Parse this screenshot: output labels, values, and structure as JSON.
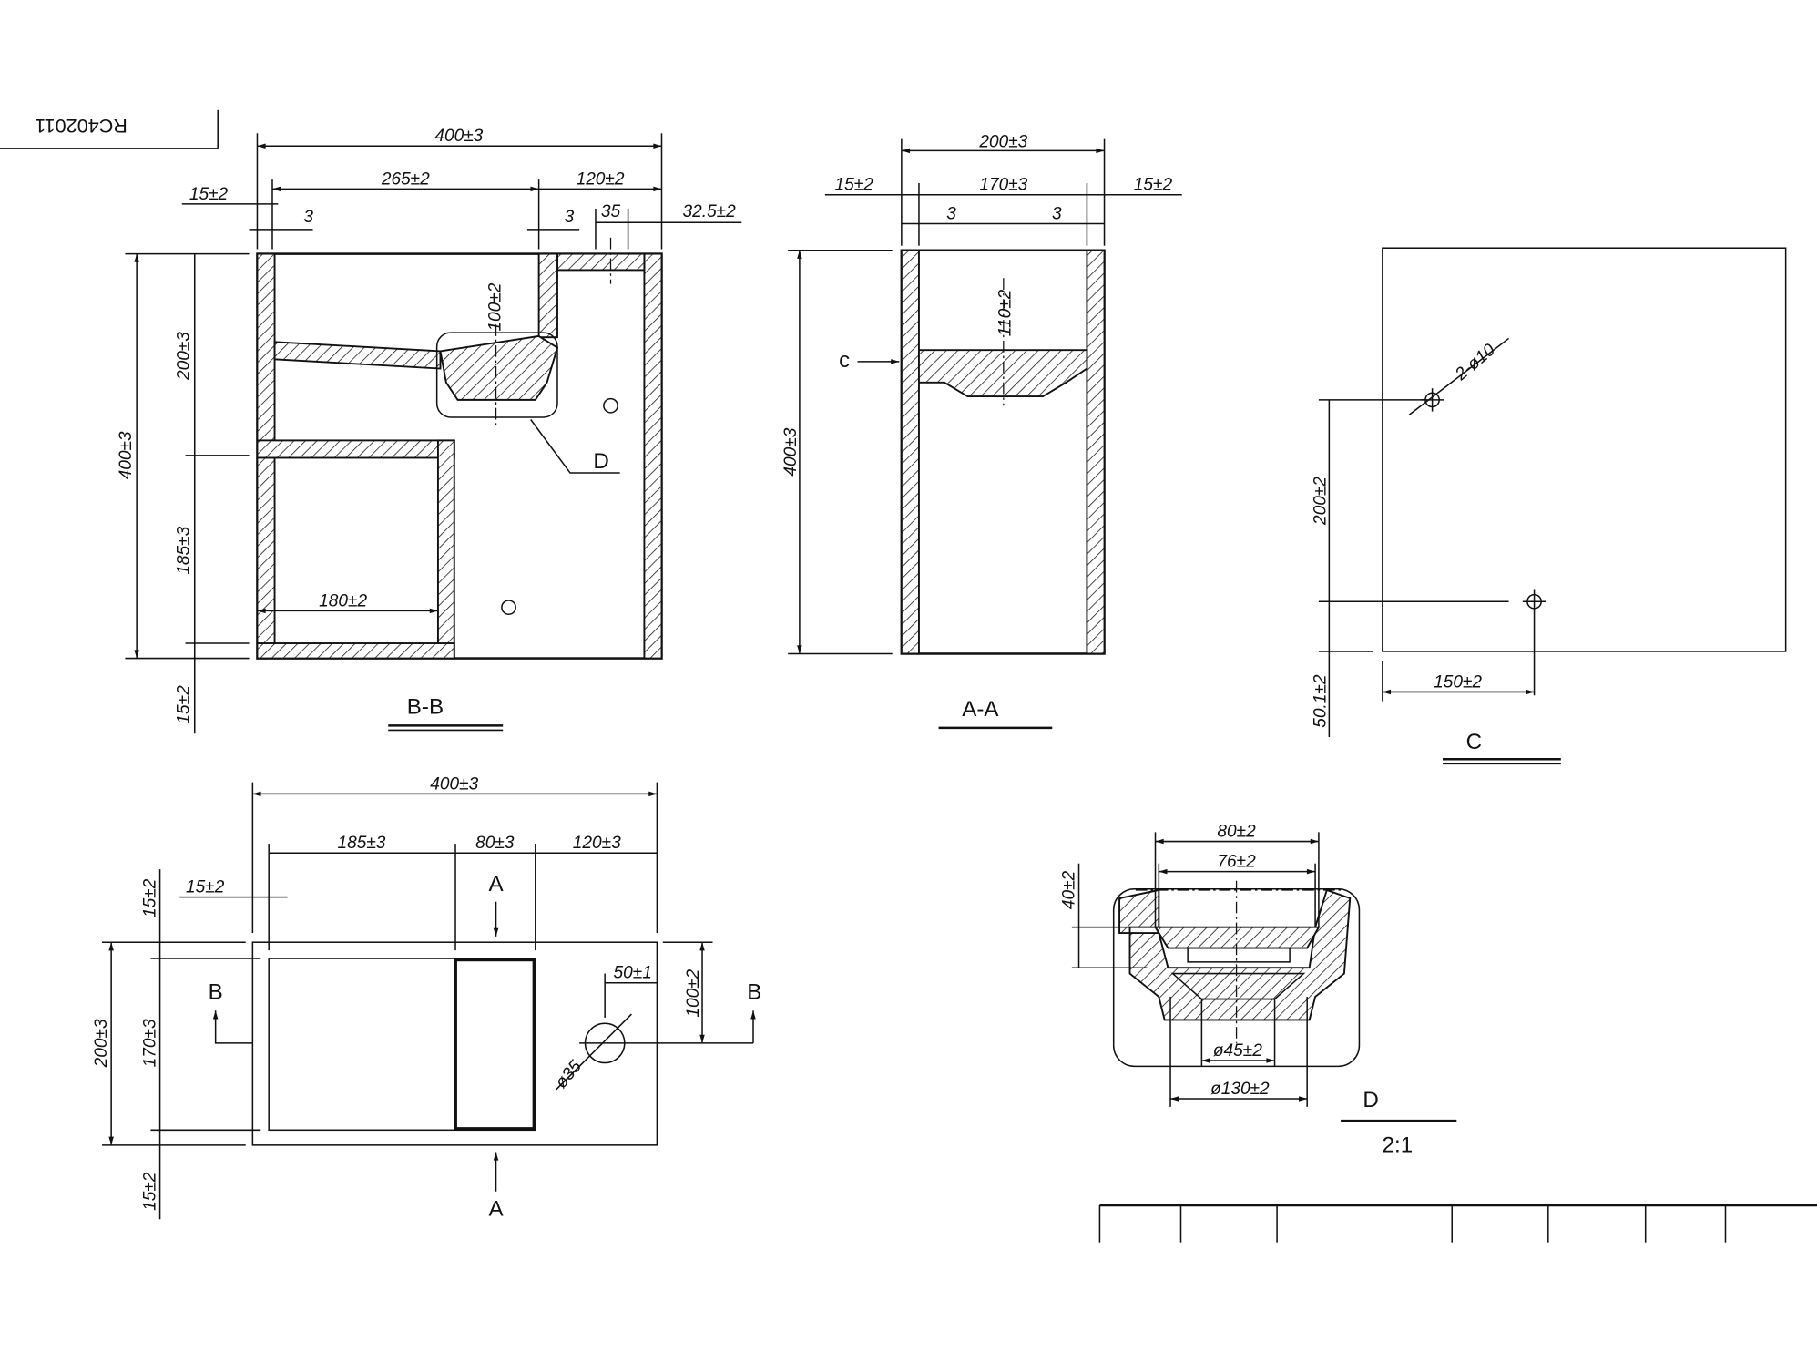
{
  "drawing_number": "RC402011",
  "section_bb": {
    "title": "B-B",
    "overall_width": "400±3",
    "left_width": "265±2",
    "right_width": "120±2",
    "left_wall": "15±2",
    "wall_a": "3",
    "wall_b": "3",
    "hole_width": "35",
    "hole_offset": "32.5±2",
    "overall_height": "400±3",
    "upper_height": "200±3",
    "lower_height": "185±3",
    "bottom_wall": "15±2",
    "basin_depth": "100±2",
    "shelf_width": "180±2",
    "detail_callout": "D"
  },
  "section_aa": {
    "title": "A-A",
    "overall_width": "200±3",
    "left_wall": "15±2",
    "inner_width": "170±3",
    "right_wall": "15±2",
    "wall_a": "3",
    "wall_b": "3",
    "overall_height": "400±3",
    "basin_depth": "110±2",
    "view_callout": "c"
  },
  "view_c": {
    "title": "C",
    "holes": "2-ø10",
    "hole_spacing_v": "200±2",
    "hole_offset_v": "50.1±2",
    "hole_offset_h": "150±2"
  },
  "plan_view": {
    "overall_width": "400±3",
    "left_width": "185±3",
    "mid_width": "80±3",
    "right_width": "120±3",
    "left_wall": "15±2",
    "top_wall": "15±2",
    "overall_depth": "200±3",
    "inner_depth": "170±3",
    "bottom_wall": "15±2",
    "hole_offset_x": "50±1",
    "hole_offset_y": "100±2",
    "hole_diameter": "ø35",
    "section_a_top": "A",
    "section_a_bottom": "A",
    "section_b_left": "B",
    "section_b_right": "B"
  },
  "detail_d": {
    "title": "D",
    "scale": "2:1",
    "outer_width": "80±2",
    "inner_width": "76±2",
    "height": "40±2",
    "drain_small": "ø45±2",
    "drain_large": "ø130±2"
  }
}
